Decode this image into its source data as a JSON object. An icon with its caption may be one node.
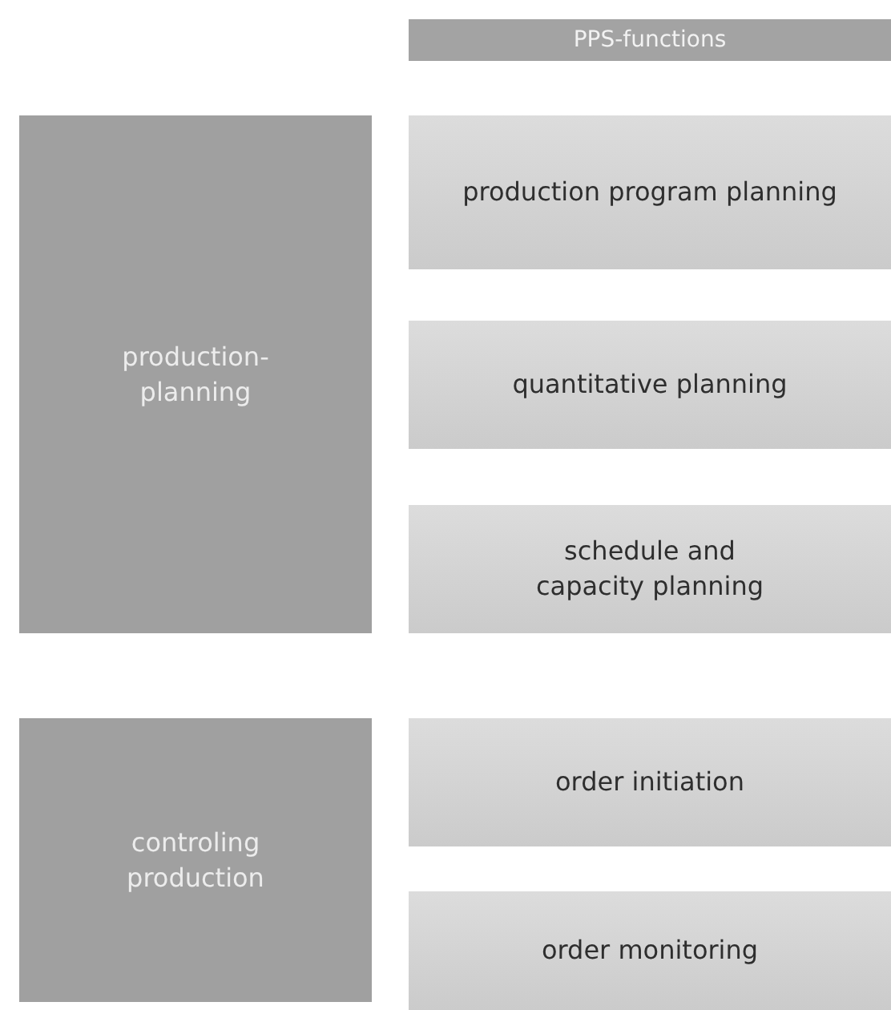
{
  "diagram": {
    "nodes": [
      {
        "text": [
          "PPS-functions"
        ]
      },
      {
        "text": [
          "production-planning"
        ]
      },
      {
        "text": [
          "production program planning"
        ]
      },
      {
        "text": [
          "quantitative planning"
        ]
      },
      {
        "text": [
          "schedule and capacity planning"
        ]
      },
      {
        "text": [
          "controling production"
        ]
      },
      {
        "text": [
          "order initiation"
        ]
      },
      {
        "text": [
          "order monitoring"
        ]
      }
    ]
  }
}
